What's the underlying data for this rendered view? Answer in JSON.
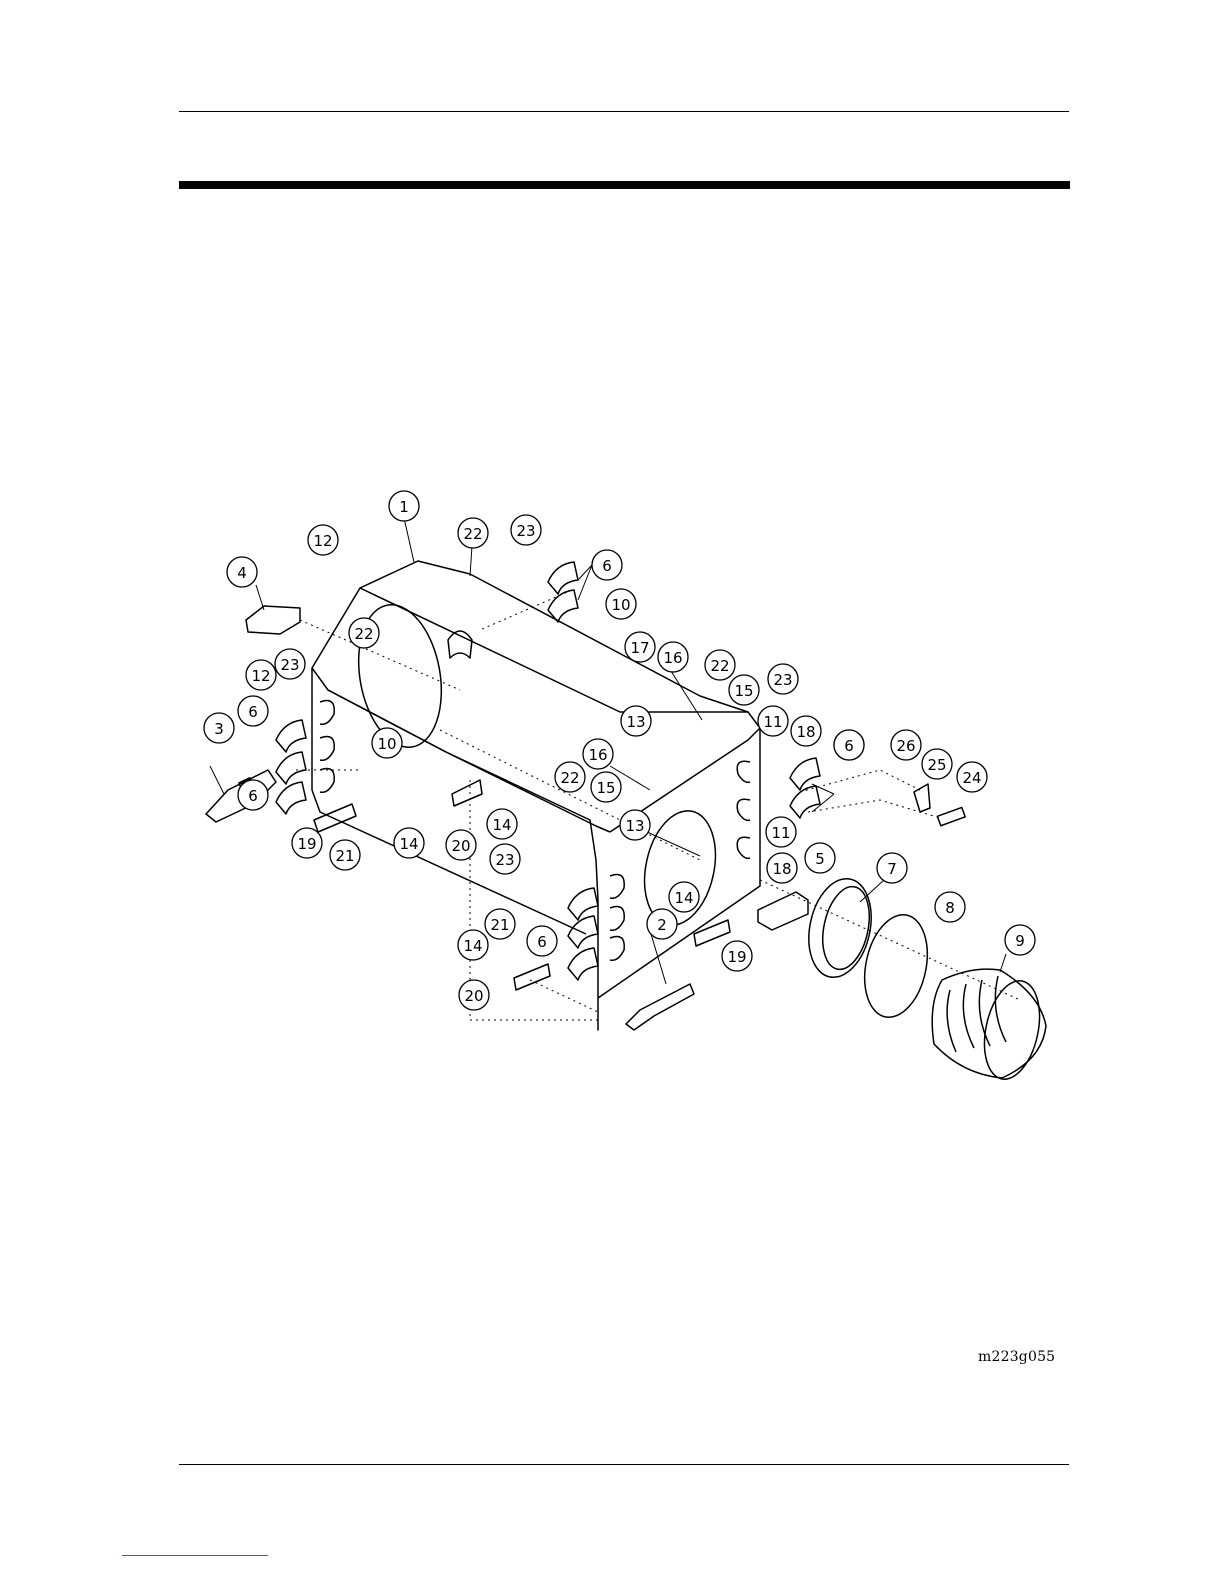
{
  "figure": {
    "id_label": "m223g055",
    "callouts": [
      {
        "n": "1"
      },
      {
        "n": "12"
      },
      {
        "n": "22"
      },
      {
        "n": "23"
      },
      {
        "n": "6"
      },
      {
        "n": "10"
      },
      {
        "n": "4"
      },
      {
        "n": "22"
      },
      {
        "n": "12"
      },
      {
        "n": "23"
      },
      {
        "n": "17"
      },
      {
        "n": "16"
      },
      {
        "n": "22"
      },
      {
        "n": "15"
      },
      {
        "n": "23"
      },
      {
        "n": "6"
      },
      {
        "n": "3"
      },
      {
        "n": "10"
      },
      {
        "n": "13"
      },
      {
        "n": "11"
      },
      {
        "n": "18"
      },
      {
        "n": "6"
      },
      {
        "n": "26"
      },
      {
        "n": "25"
      },
      {
        "n": "24"
      },
      {
        "n": "16"
      },
      {
        "n": "15"
      },
      {
        "n": "22"
      },
      {
        "n": "6"
      },
      {
        "n": "14"
      },
      {
        "n": "13"
      },
      {
        "n": "11"
      },
      {
        "n": "19"
      },
      {
        "n": "21"
      },
      {
        "n": "14"
      },
      {
        "n": "20"
      },
      {
        "n": "23"
      },
      {
        "n": "18"
      },
      {
        "n": "5"
      },
      {
        "n": "7"
      },
      {
        "n": "6"
      },
      {
        "n": "8"
      },
      {
        "n": "14"
      },
      {
        "n": "9"
      },
      {
        "n": "21"
      },
      {
        "n": "2"
      },
      {
        "n": "19"
      },
      {
        "n": "14"
      },
      {
        "n": "6"
      },
      {
        "n": "20"
      }
    ]
  }
}
